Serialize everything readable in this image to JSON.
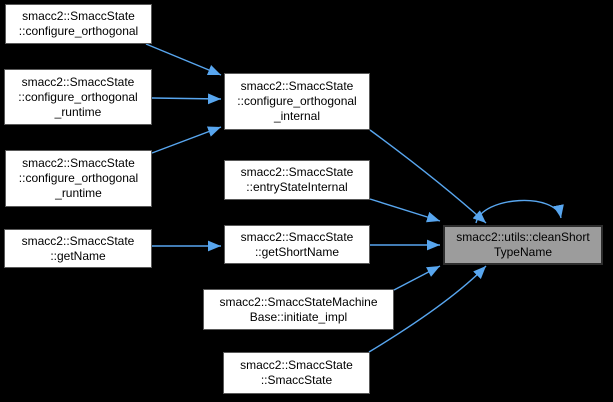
{
  "diagram": {
    "type": "call-graph",
    "colors": {
      "background": "#000000",
      "edge": "#58a6ef",
      "node_fill": "#ffffff",
      "node_border": "#595959",
      "current_node_fill": "#9c9c9c",
      "current_node_border": "#2d2d2d",
      "text": "#000000"
    },
    "nodes": [
      {
        "id": "configure_orthogonal",
        "text": "smacc2::SmaccState\n::configure_orthogonal",
        "variant": "default"
      },
      {
        "id": "configure_orthogonal_runtime",
        "text": "smacc2::SmaccState\n::configure_orthogonal\n_runtime",
        "variant": "default"
      },
      {
        "id": "configure_orthogonal_runtime_2",
        "text": "smacc2::SmaccState\n::configure_orthogonal\n_runtime",
        "variant": "default"
      },
      {
        "id": "getName",
        "text": "smacc2::SmaccState\n::getName",
        "variant": "default"
      },
      {
        "id": "configure_orthogonal_internal",
        "text": "smacc2::SmaccState\n::configure_orthogonal\n_internal",
        "variant": "default"
      },
      {
        "id": "entryStateInternal",
        "text": "smacc2::SmaccState\n::entryStateInternal",
        "variant": "default"
      },
      {
        "id": "getShortName",
        "text": "smacc2::SmaccState\n::getShortName",
        "variant": "default"
      },
      {
        "id": "initiate_impl",
        "text": "smacc2::SmaccStateMachine\nBase::initiate_impl",
        "variant": "default"
      },
      {
        "id": "SmaccState",
        "text": "smacc2::SmaccState\n::SmaccState",
        "variant": "default"
      },
      {
        "id": "cleanShortTypeName",
        "text": "smacc2::utils::cleanShort\nTypeName",
        "variant": "current"
      }
    ],
    "edges": [
      {
        "from": "configure_orthogonal",
        "to": "configure_orthogonal_internal"
      },
      {
        "from": "configure_orthogonal_runtime",
        "to": "configure_orthogonal_internal"
      },
      {
        "from": "configure_orthogonal_runtime_2",
        "to": "configure_orthogonal_internal"
      },
      {
        "from": "getName",
        "to": "getShortName"
      },
      {
        "from": "configure_orthogonal_internal",
        "to": "cleanShortTypeName"
      },
      {
        "from": "entryStateInternal",
        "to": "cleanShortTypeName"
      },
      {
        "from": "getShortName",
        "to": "cleanShortTypeName"
      },
      {
        "from": "initiate_impl",
        "to": "cleanShortTypeName"
      },
      {
        "from": "SmaccState",
        "to": "cleanShortTypeName"
      },
      {
        "from": "cleanShortTypeName",
        "to": "cleanShortTypeName"
      }
    ]
  }
}
